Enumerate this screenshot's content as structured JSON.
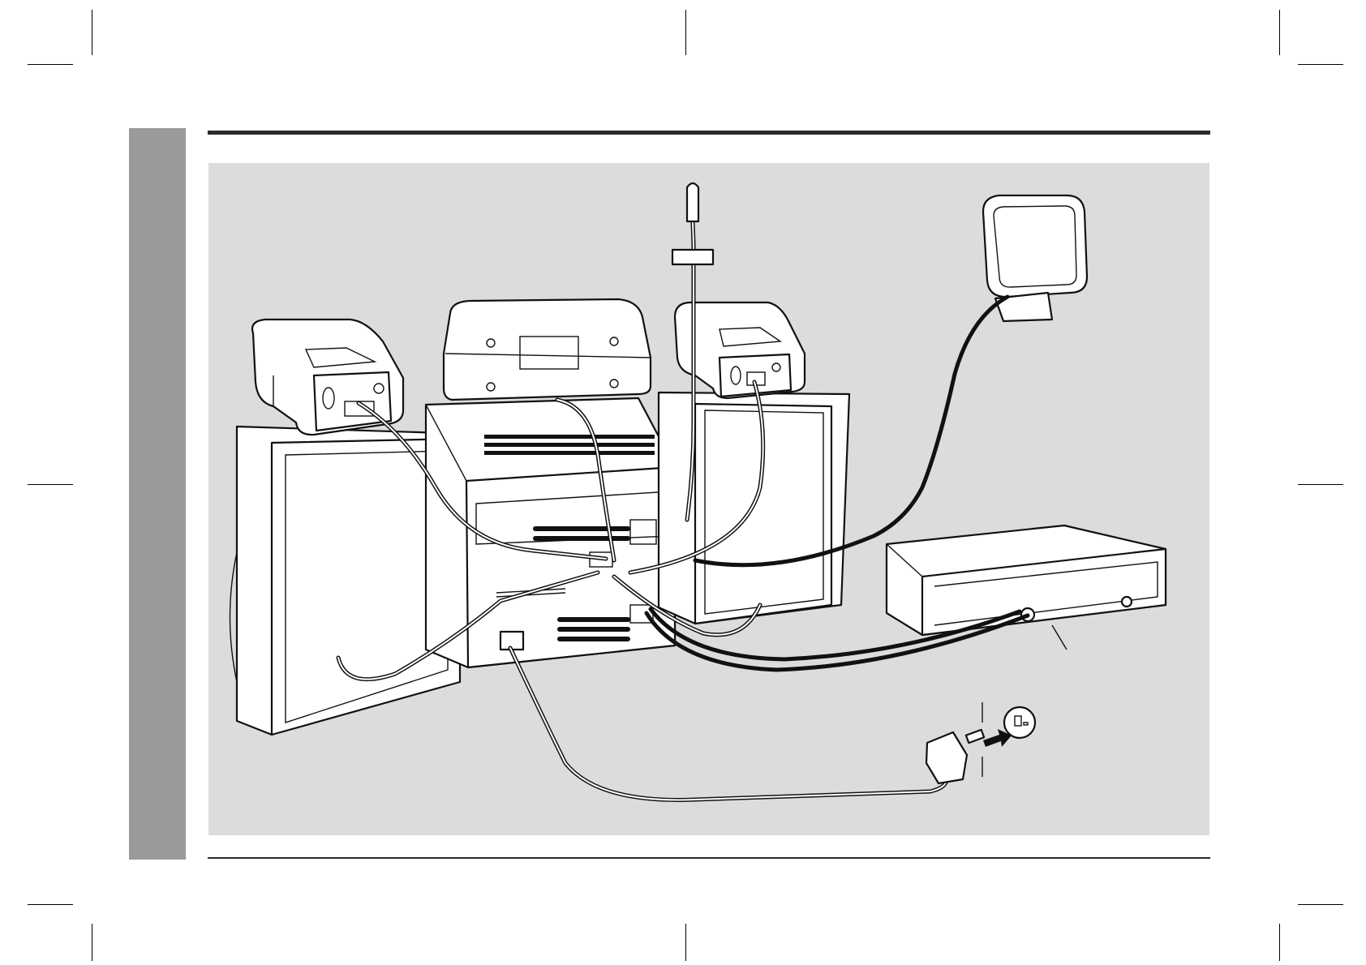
{
  "page": {
    "side_tab_color": "#9a9a9a",
    "figure_background": "#dcdcdc",
    "rule_color": "#2a2a2a"
  },
  "figure": {
    "items": [
      "left-speaker",
      "main-unit",
      "right-speaker",
      "fm-aerial",
      "am-loop-aerial",
      "subwoofer",
      "ac-power-lead",
      "wall-socket"
    ],
    "icons": [
      "plug-icon",
      "socket-icon",
      "arrow-right-icon"
    ]
  }
}
